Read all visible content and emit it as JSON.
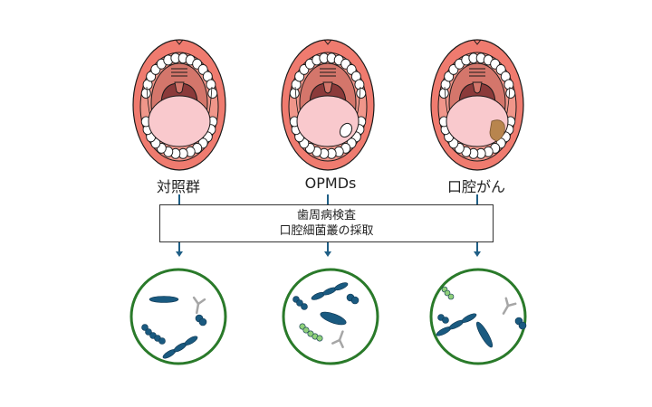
{
  "groups": [
    {
      "id": "control",
      "label": "対照群",
      "lesion": "none",
      "microbiome": "control"
    },
    {
      "id": "opmd",
      "label": "OPMDs",
      "lesion": "white-plaque",
      "microbiome": "opmd"
    },
    {
      "id": "cancer",
      "label": "口腔がん",
      "lesion": "tumor",
      "microbiome": "cancer"
    }
  ],
  "process_box": {
    "line1": "歯周病検査",
    "line2": "口腔細菌叢の採取"
  },
  "colors": {
    "lip": "#ef7b6f",
    "gum": "#f0968a",
    "palate": "#d4766b",
    "throat": "#8b3a3a",
    "tongue": "#f9c9cd",
    "tooth": "#ffffff",
    "outline": "#1a1a1a",
    "arrow": "#1f5f86",
    "bacteria_blue": "#1a5a80",
    "bacteria_green": "#8fd07a",
    "antibody_gray": "#a6a6a6",
    "circle_green": "#2a7a2a",
    "plaque": "#ffffff",
    "tumor": "#b8854e"
  }
}
